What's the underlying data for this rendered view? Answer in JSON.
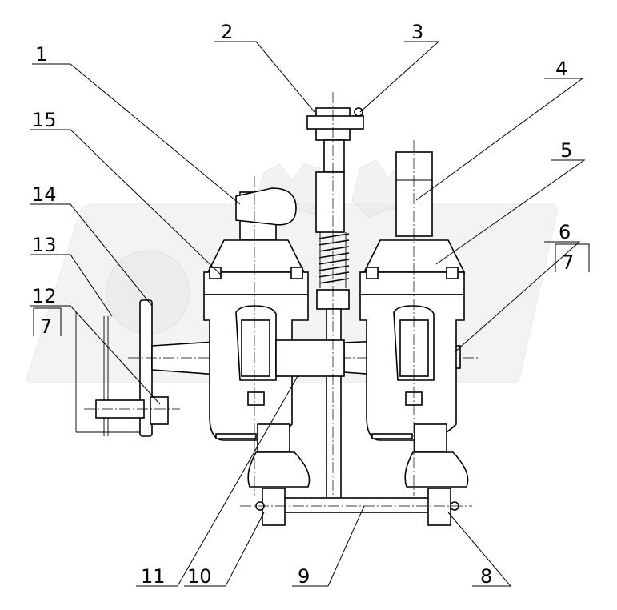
{
  "callouts": [
    {
      "id": "1",
      "label": "1"
    },
    {
      "id": "2",
      "label": "2"
    },
    {
      "id": "3",
      "label": "3"
    },
    {
      "id": "4",
      "label": "4"
    },
    {
      "id": "5",
      "label": "5"
    },
    {
      "id": "6",
      "label": "6"
    },
    {
      "id": "7a",
      "label": "7"
    },
    {
      "id": "7b",
      "label": "7"
    },
    {
      "id": "8",
      "label": "8"
    },
    {
      "id": "9",
      "label": "9"
    },
    {
      "id": "10",
      "label": "10"
    },
    {
      "id": "11",
      "label": "11"
    },
    {
      "id": "12",
      "label": "12"
    },
    {
      "id": "13",
      "label": "13"
    },
    {
      "id": "14",
      "label": "14"
    },
    {
      "id": "15",
      "label": "15"
    }
  ],
  "colors": {
    "line": "#000000",
    "background": "#ffffff",
    "watermark": "#e6e6e6"
  }
}
